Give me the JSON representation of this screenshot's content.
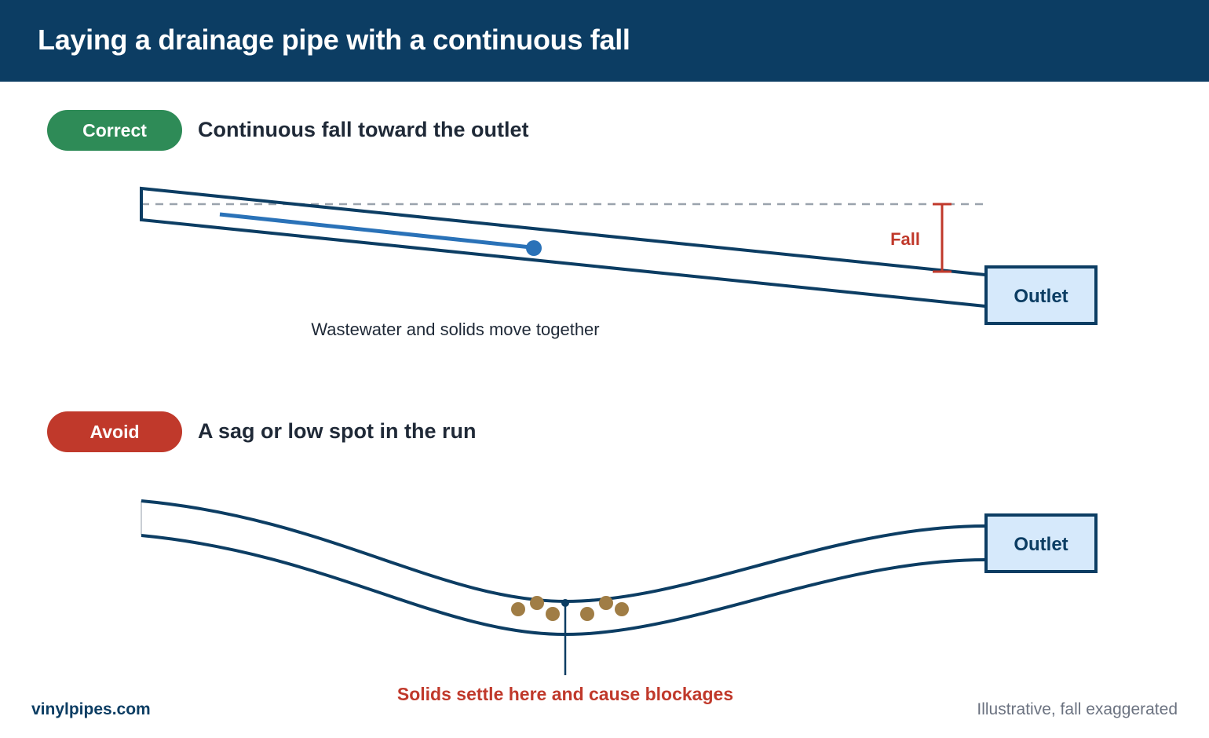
{
  "title": "Laying a drainage pipe with a continuous fall",
  "colors": {
    "header_bg": "#0c3d63",
    "pipe_stroke": "#0c3d63",
    "correct_green": "#2e8b57",
    "avoid_red": "#c0392b",
    "water_blue": "#2a72b8",
    "outlet_fill": "#d6e9fb",
    "solids_brown": "#a07d45",
    "reference_gray": "#9aa3ad"
  },
  "correct": {
    "badge": "Correct",
    "heading": "Continuous fall toward the outlet",
    "fall_label": "Fall",
    "outlet_label": "Outlet",
    "caption": "Wastewater and solids move together"
  },
  "avoid": {
    "badge": "Avoid",
    "heading": "A sag or low spot in the run",
    "outlet_label": "Outlet",
    "warning": "Solids settle here and cause blockages"
  },
  "footer": {
    "brand": "vinylpipes.com",
    "note": "Illustrative, fall exaggerated"
  }
}
